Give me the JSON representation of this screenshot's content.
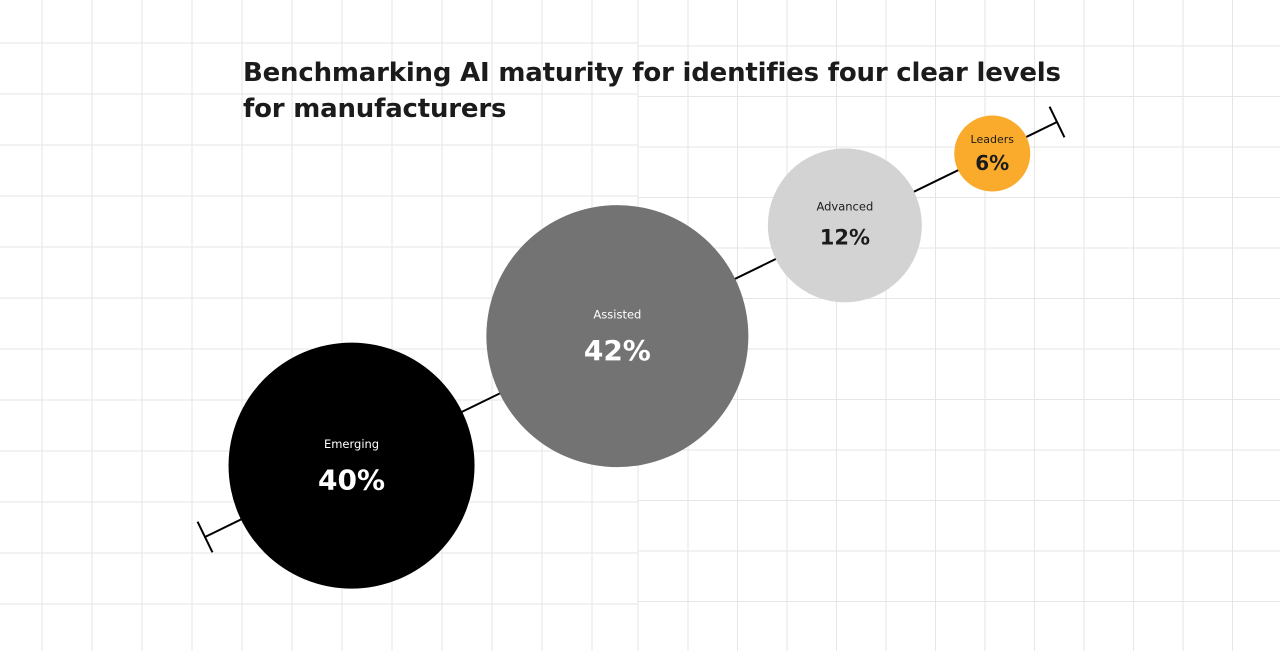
{
  "chart_data": {
    "type": "bubble",
    "title": "Benchmarking AI maturity for identifies four clear levels for manufacturers",
    "categories": [
      "Emerging",
      "Assisted",
      "Advanced",
      "Leaders"
    ],
    "values": [
      40,
      42,
      12,
      6
    ],
    "value_labels": [
      "40%",
      "42%",
      "12%",
      "6%"
    ],
    "colors": {
      "Emerging": "#000000",
      "Assisted": "#737373",
      "Advanced": "#d3d3d3",
      "Leaders": "#fbab2b"
    },
    "text_colors": {
      "Emerging": "#ffffff",
      "Assisted": "#ffffff",
      "Advanced": "#1b1b1b",
      "Leaders": "#1b1b1b"
    },
    "axis_color": "#000000",
    "grid": true,
    "grid_color": "#e6e6e6"
  }
}
